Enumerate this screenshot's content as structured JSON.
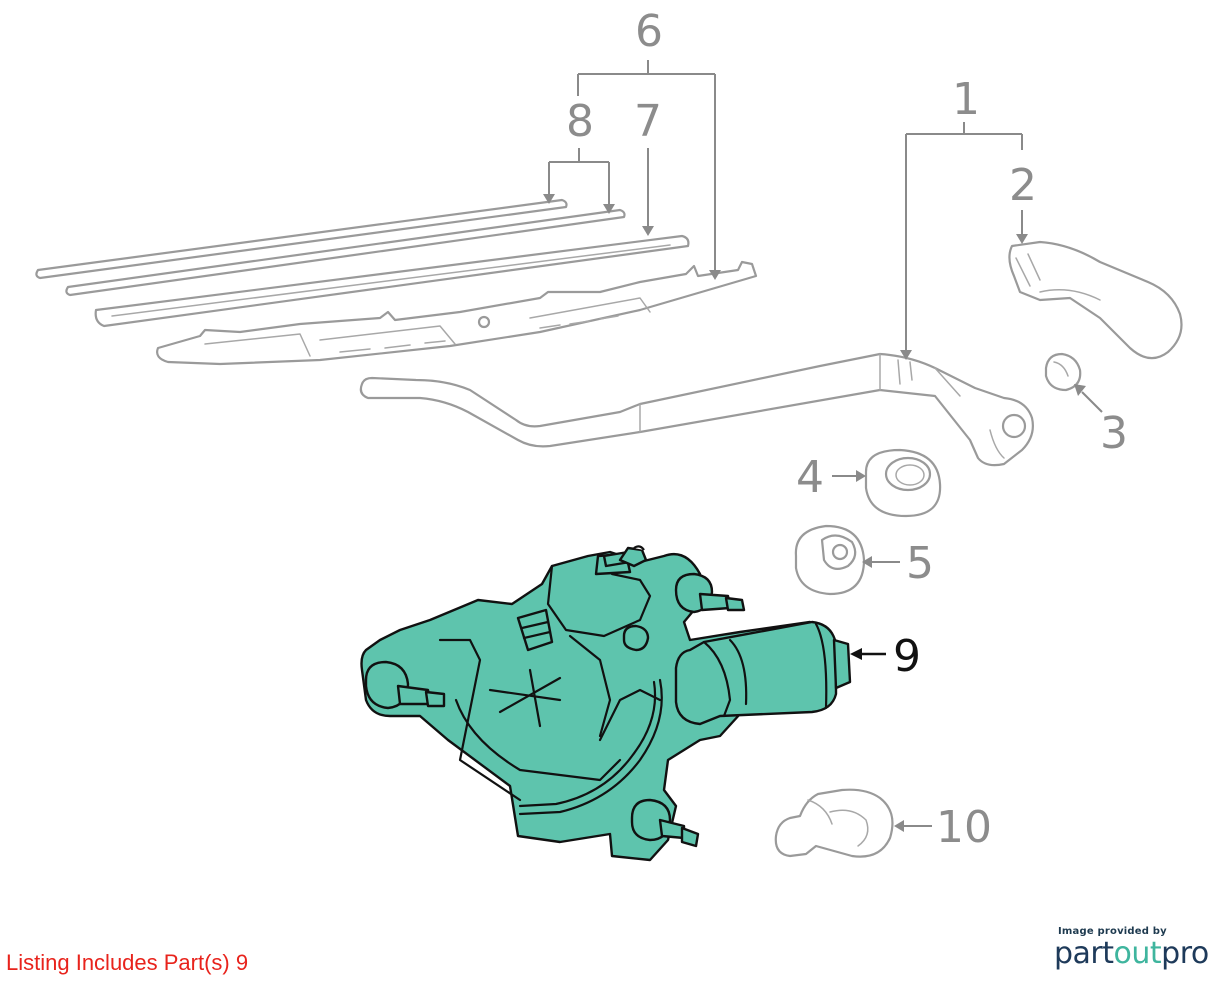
{
  "diagram": {
    "callouts": {
      "c1": "1",
      "c2": "2",
      "c3": "3",
      "c4": "4",
      "c5": "5",
      "c6": "6",
      "c7": "7",
      "c8": "8",
      "c9": "9",
      "c10": "10"
    },
    "highlight_part": "9",
    "highlight_color": "#5ec4ad"
  },
  "listing_note": "Listing Includes Part(s) 9",
  "credit": {
    "caption": "Image provided by",
    "logo_part1": "part",
    "logo_part2": "out",
    "logo_part3": "pro"
  },
  "colors": {
    "note": "#e8231c",
    "logo_dark": "#1e3a5a",
    "logo_accent": "#3fb59e",
    "callout_gray": "#8c8c8c"
  }
}
